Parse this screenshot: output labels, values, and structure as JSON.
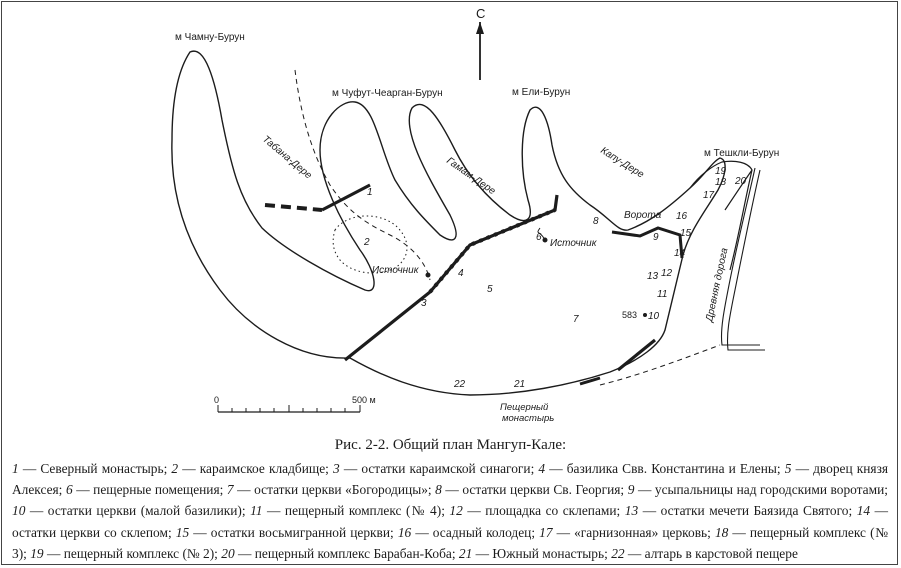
{
  "north_label": "С",
  "capes": [
    "м Чамну-Бурун",
    "м Чуфут-Чеарган-Бурун",
    "м Ели-Бурун",
    "м Тешкли-Бурун"
  ],
  "ravines": [
    "Табана-Дере",
    "Гамам-Дере",
    "Капу-Дере"
  ],
  "features": {
    "spring": "Источник",
    "gate": "Ворота",
    "road": "Древняя дорога",
    "cave_monastery": [
      "Пещерный",
      "монастырь"
    ],
    "elevation": "583"
  },
  "scale": {
    "zero": "0",
    "end": "500 м"
  },
  "numbers": [
    "1",
    "2",
    "3",
    "4",
    "5",
    "6",
    "7",
    "8",
    "9",
    "10",
    "11",
    "12",
    "13",
    "14",
    "15",
    "16",
    "17",
    "18",
    "19",
    "20",
    "21",
    "22"
  ],
  "caption": "Рис. 2-2. Общий план Мангуп-Кале:",
  "legend": [
    {
      "n": "1",
      "t": " — Северный монастырь; "
    },
    {
      "n": "2",
      "t": " — караимское кладбище; "
    },
    {
      "n": "3",
      "t": " — остатки караимской синагоги; "
    },
    {
      "n": "4",
      "t": " — базилика Свв. Константина и Елены; "
    },
    {
      "n": "5",
      "t": " — дворец князя Алексея; "
    },
    {
      "n": "6",
      "t": " — пещерные помещения; "
    },
    {
      "n": "7",
      "t": " — остатки церкви «Богородицы»; "
    },
    {
      "n": "8",
      "t": " — остатки церкви Св. Георгия; "
    },
    {
      "n": "9",
      "t": " — усыпальницы над городскими воротами; "
    },
    {
      "n": "10",
      "t": " — остатки церкви (малой базилики); "
    },
    {
      "n": "11",
      "t": " — пещерный комплекс (№ 4); "
    },
    {
      "n": "12",
      "t": " — площадка со склепами; "
    },
    {
      "n": "13",
      "t": " — остатки мечети Баязида Святого; "
    },
    {
      "n": "14",
      "t": " — остатки церкви со склепом; "
    },
    {
      "n": "15",
      "t": " — остатки восьмигранной церкви; "
    },
    {
      "n": "16",
      "t": " — осадный колодец; "
    },
    {
      "n": "17",
      "t": " — «гарнизонная» церковь; "
    },
    {
      "n": "18",
      "t": " — пещерный комплекс (№ 3); "
    },
    {
      "n": "19",
      "t": " — пещерный комплекс (№ 2); "
    },
    {
      "n": "20",
      "t": " — пещерный комплекс Барабан-Коба; "
    },
    {
      "n": "21",
      "t": " — Южный монастырь; "
    },
    {
      "n": "22",
      "t": " — алтарь в карстовой пещере"
    }
  ]
}
